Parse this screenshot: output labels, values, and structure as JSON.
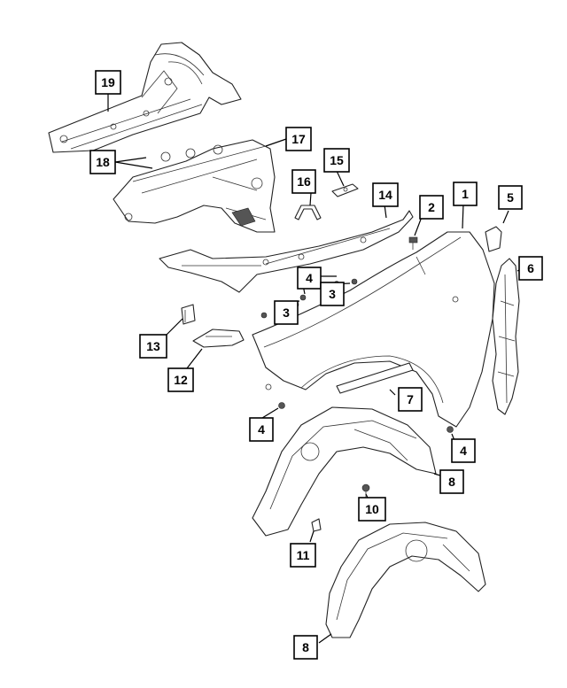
{
  "callouts": {
    "c1": "1",
    "c2": "2",
    "c3a": "3",
    "c3b": "3",
    "c4a": "4",
    "c4b": "4",
    "c4c": "4",
    "c5": "5",
    "c6": "6",
    "c7": "7",
    "c8a": "8",
    "c8b": "8",
    "c10": "10",
    "c11": "11",
    "c12": "12",
    "c13": "13",
    "c14": "14",
    "c15": "15",
    "c16": "16",
    "c17": "17",
    "c18": "18",
    "c19": "19"
  }
}
